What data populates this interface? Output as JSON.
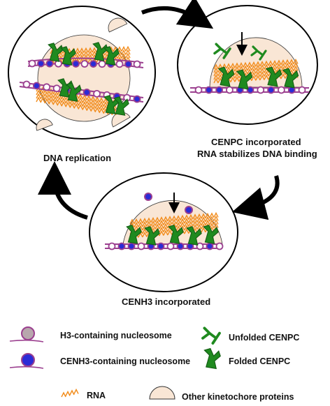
{
  "stages": {
    "replication": "DNA replication",
    "cenpc_line1": "CENPC incorporated",
    "cenpc_line2": "RNA stabilizes DNA binding",
    "cenh3": "CENH3 incorporated"
  },
  "legend": {
    "h3": "H3-containing nucleosome",
    "cenh3": "CENH3-containing nucleosome",
    "unfolded": "Unfolded CENPC",
    "folded": "Folded CENPC",
    "rna": "RNA",
    "other": "Other kinetochore proteins"
  },
  "colors": {
    "dna": "#9b3f8f",
    "h3_fill": "#b8a7ad",
    "h3_ring": "#7a3a6a",
    "cenh3_fill": "#2b2bd6",
    "cenpc": "#1f8a1f",
    "rna": "#f28c1c",
    "kinetochore": "#f7e3d0"
  }
}
